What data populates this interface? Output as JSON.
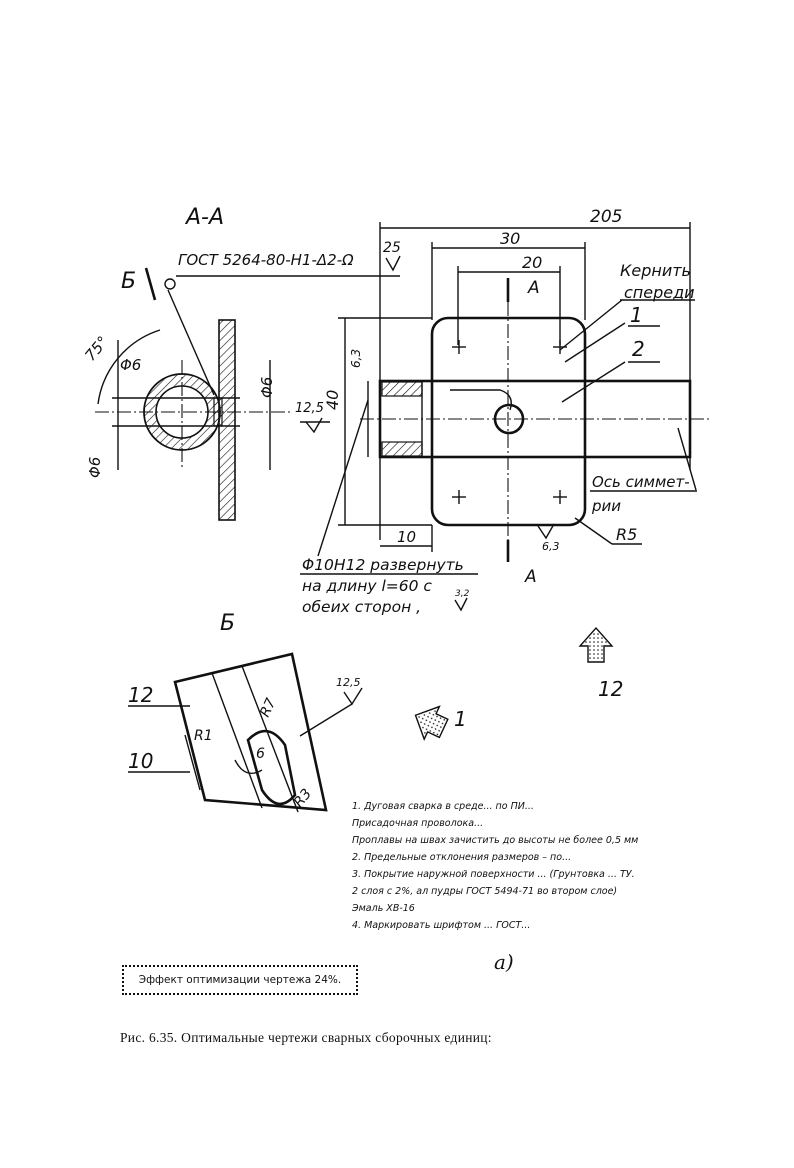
{
  "drawing": {
    "section_label": "А-А",
    "weld_spec": "ГОСТ 5264-80-Н1-Δ2-Ω",
    "view_b_label": "Б",
    "view_b_detail_label": "Б",
    "cut_label_top": "А",
    "cut_label_bottom": "А",
    "dims": {
      "d205": "205",
      "d30": "30",
      "d20": "20",
      "d40": "40",
      "d10": "10",
      "d25": "25",
      "d63a": "6,3",
      "d63b": "6,3",
      "d125": "12,5",
      "d125b": "12,5",
      "phi6_a": "Φ6",
      "phi6_b": "Φ6",
      "phi6_c": "Φ6",
      "angle75": "75°",
      "r5": "R5",
      "r7": "R7",
      "r1": "R1",
      "r3": "R3",
      "b6": "6",
      "b12": "12",
      "b10": "10",
      "rough32": "3,2"
    },
    "notes_right": {
      "kernit1": "Кернить",
      "kernit2": "спереди",
      "pos1": "1",
      "pos2": "2",
      "axis1": "Ось симмет-",
      "axis2": "рии"
    },
    "ream": {
      "line1": "Φ10Н12 развернуть",
      "line2": "на длину l=60 с",
      "line3": "обеих сторон ,"
    },
    "arrow_labels": {
      "p12": "12",
      "p1": "1"
    }
  },
  "notes": [
    "1.  Дуговая сварка в среде...                        по ПИ...",
    "     Присадочная проволока...",
    "     Проплавы на швах зачистить до высоты не более 0,5 мм",
    "2.  Предельные отклонения размеров – по...",
    "3.  Покрытие наружной поверхности ... (Грунтовка ... ТУ.",
    "     2 слоя с 2%, ал пудры ГОСТ 5494-71 во втором слое)",
    "     Эмаль  ХВ-16",
    "4.  Маркировать шрифтом ...  ГОСТ..."
  ],
  "effect": "Эффект оптимизации чертежа 24%.",
  "subfig": "а)",
  "caption": "Рис. 6.35. Оптимальные чертежи сварных сборочных единиц:"
}
